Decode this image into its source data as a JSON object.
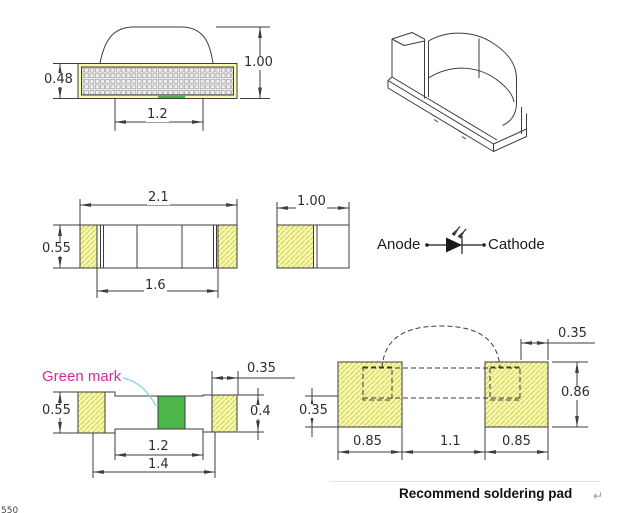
{
  "colors": {
    "line": "#3d3d3d",
    "pad_yellow": "#f9f9b2",
    "hatch_yellow": "#d8d868",
    "green_mark": "#4cb648",
    "label_magenta": "#d12d9a",
    "leader_cyan": "#8ed7e6"
  },
  "views": {
    "front": {
      "dim_body_height": "0.48",
      "dim_total_height": "1.00",
      "dim_mark_width": "1.2"
    },
    "top": {
      "dim_width": "2.1",
      "dim_height": "0.55",
      "dim_inner_width": "1.6"
    },
    "end": {
      "dim_width": "1.00"
    },
    "polarity": {
      "anode": "Anode",
      "cathode": "Cathode"
    },
    "bottom": {
      "green_mark_label": "Green mark",
      "dim_height": "0.55",
      "dim_pad_width": "0.35",
      "dim_pad_height": "0.4",
      "dim_mark_width": "1.2",
      "dim_opening_width": "1.4"
    },
    "solder": {
      "dim_pad_inset": "0.35",
      "dim_pad_height": "0.86",
      "dim_bottom_inset": "0.35",
      "dim_left_pad_width": "0.85",
      "dim_gap": "1.1",
      "dim_right_pad_width": "0.85"
    }
  },
  "caption": {
    "text": "Recommend soldering pad",
    "paragraph_mark": "↵"
  },
  "stray_fragment": "550"
}
